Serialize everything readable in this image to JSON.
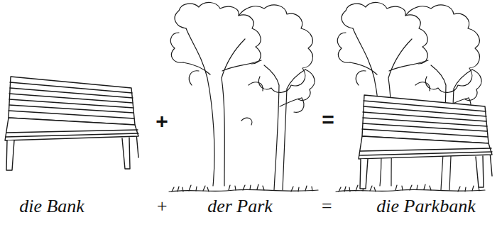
{
  "diagram": {
    "labels": [
      "+",
      "=",
      "die Bank",
      "+",
      "der Park",
      "=",
      "die Parkbank"
    ]
  }
}
